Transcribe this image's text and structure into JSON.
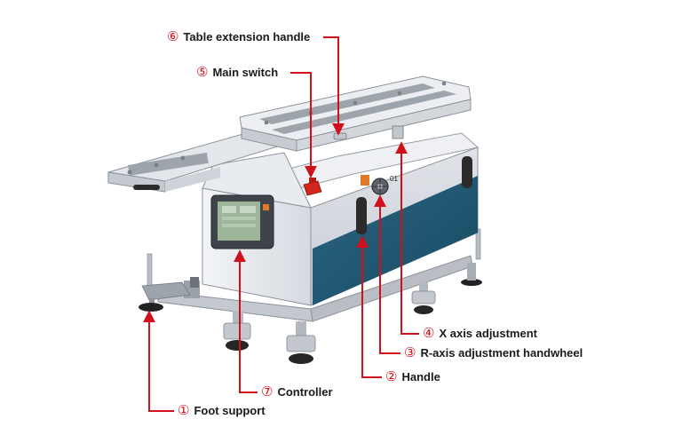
{
  "callouts": [
    {
      "number": "⑥",
      "label": "Table extension handle"
    },
    {
      "number": "⑤",
      "label": "Main switch"
    },
    {
      "number": "④",
      "label": "X axis adjustment"
    },
    {
      "number": "③",
      "label": "R-axis adjustment handwheel"
    },
    {
      "number": "②",
      "label": "Handle"
    },
    {
      "number": "⑦",
      "label": "Controller"
    },
    {
      "number": "①",
      "label": "Foot support"
    }
  ],
  "machine": {
    "handwheel_mark": "01"
  },
  "colors": {
    "leader": "#d0111b",
    "body": "#e4e7ec",
    "panel_blue": "#1f5772",
    "rail": "#aeb4bb",
    "accent_orange": "#e0782a",
    "switch_red": "#d3271d",
    "screen_green": "#9db69a"
  },
  "icons": [
    "main-switch-icon",
    "handwheel-icon",
    "controller-screen-icon",
    "caster-wheel-icon"
  ]
}
